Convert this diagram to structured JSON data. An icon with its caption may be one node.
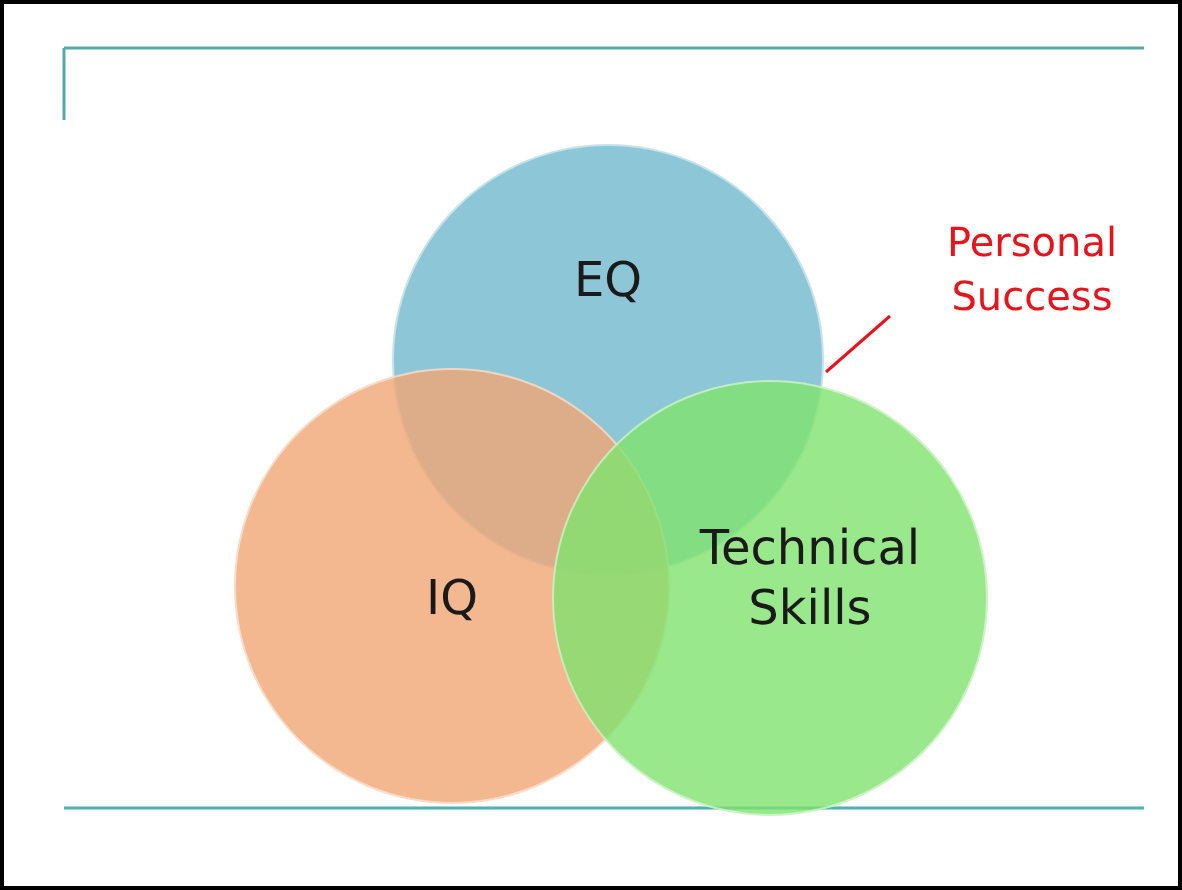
{
  "diagram": {
    "nodes": [
      {
        "text": [
          "EQ"
        ]
      },
      {
        "text": [
          "Personal Success"
        ]
      },
      {
        "text": [
          "IQ"
        ]
      },
      {
        "text": [
          "Technical Skills"
        ]
      }
    ],
    "edges": [
      {
        "from": 1,
        "to": 0,
        "arrow": "none"
      }
    ]
  }
}
